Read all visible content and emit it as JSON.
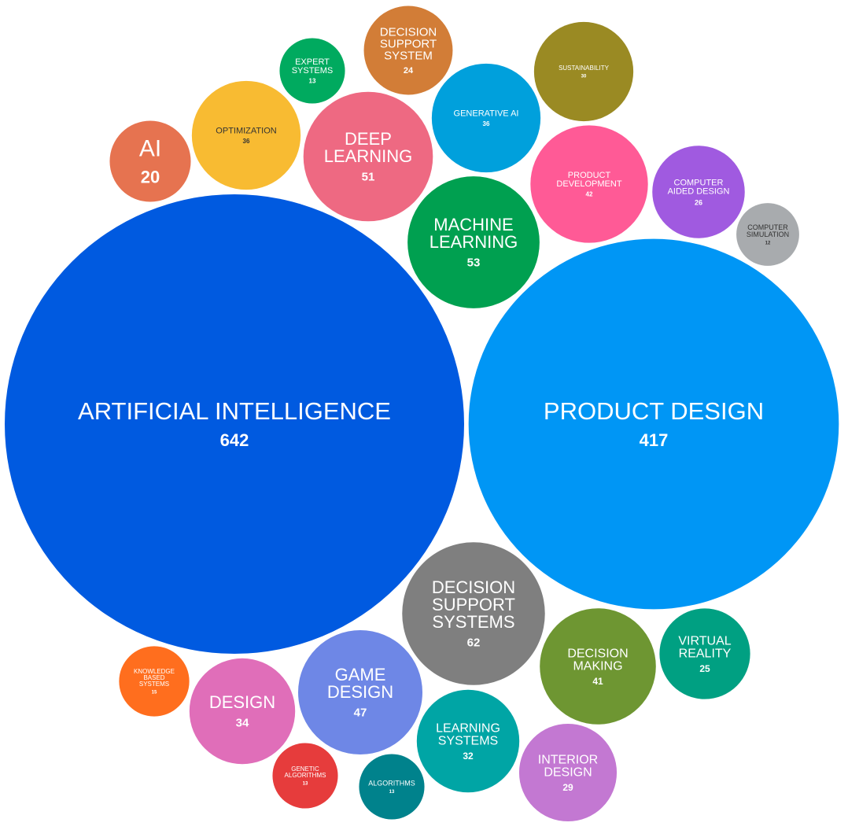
{
  "chart_data": {
    "type": "bubble",
    "title": "",
    "text_colors": {
      "light": "#ffffff",
      "dark": "#333333"
    },
    "bubbles": [
      {
        "label": "ARTIFICIAL INTELLIGENCE",
        "value": 642,
        "color": "#005AE0",
        "text_color": "light"
      },
      {
        "label": "PRODUCT DESIGN",
        "value": 417,
        "color": "#0096F5",
        "text_color": "light"
      },
      {
        "label": "DECISION SUPPORT SYSTEMS",
        "value": 62,
        "color": "#7F7F7F",
        "text_color": "light"
      },
      {
        "label": "MACHINE LEARNING",
        "value": 53,
        "color": "#00A050",
        "text_color": "light"
      },
      {
        "label": "DEEP LEARNING",
        "value": 51,
        "color": "#EE6982",
        "text_color": "light"
      },
      {
        "label": "GAME DESIGN",
        "value": 47,
        "color": "#6E87E6",
        "text_color": "light"
      },
      {
        "label": "PRODUCT DEVELOPMENT",
        "value": 42,
        "color": "#FF5A96",
        "text_color": "light"
      },
      {
        "label": "DECISION MAKING",
        "value": 41,
        "color": "#6E9632",
        "text_color": "light"
      },
      {
        "label": "GENERATIVE AI",
        "value": 36,
        "color": "#00A0DC",
        "text_color": "light"
      },
      {
        "label": "OPTIMIZATION",
        "value": 36,
        "color": "#F8BB32",
        "text_color": "dark"
      },
      {
        "label": "DESIGN",
        "value": 34,
        "color": "#E06EB9",
        "text_color": "light"
      },
      {
        "label": "LEARNING SYSTEMS",
        "value": 32,
        "color": "#00A5A5",
        "text_color": "light"
      },
      {
        "label": "SUSTAINABILITY",
        "value": 30,
        "color": "#9A8A23",
        "text_color": "light"
      },
      {
        "label": "INTERIOR DESIGN",
        "value": 29,
        "color": "#C378D2",
        "text_color": "light"
      },
      {
        "label": "COMPUTER AIDED DESIGN",
        "value": 26,
        "color": "#A05AE0",
        "text_color": "light"
      },
      {
        "label": "VIRTUAL REALITY",
        "value": 25,
        "color": "#00A082",
        "text_color": "light"
      },
      {
        "label": "DECISION SUPPORT SYSTEM",
        "value": 24,
        "color": "#D27D37",
        "text_color": "light"
      },
      {
        "label": "AI",
        "value": 20,
        "color": "#E67350",
        "text_color": "light"
      },
      {
        "label": "KNOWLEDGE BASED SYSTEMS",
        "value": 15,
        "color": "#FF6E1E",
        "text_color": "light"
      },
      {
        "label": "EXPERT SYSTEMS",
        "value": 13,
        "color": "#00AA5F",
        "text_color": "light"
      },
      {
        "label": "GENETIC ALGORITHMS",
        "value": 13,
        "color": "#E63C3C",
        "text_color": "light"
      },
      {
        "label": "ALGORITHMS",
        "value": 13,
        "color": "#00828C",
        "text_color": "light"
      },
      {
        "label": "COMPUTER SIMULATION",
        "value": 12,
        "color": "#A8ABAE",
        "text_color": "dark"
      }
    ]
  }
}
